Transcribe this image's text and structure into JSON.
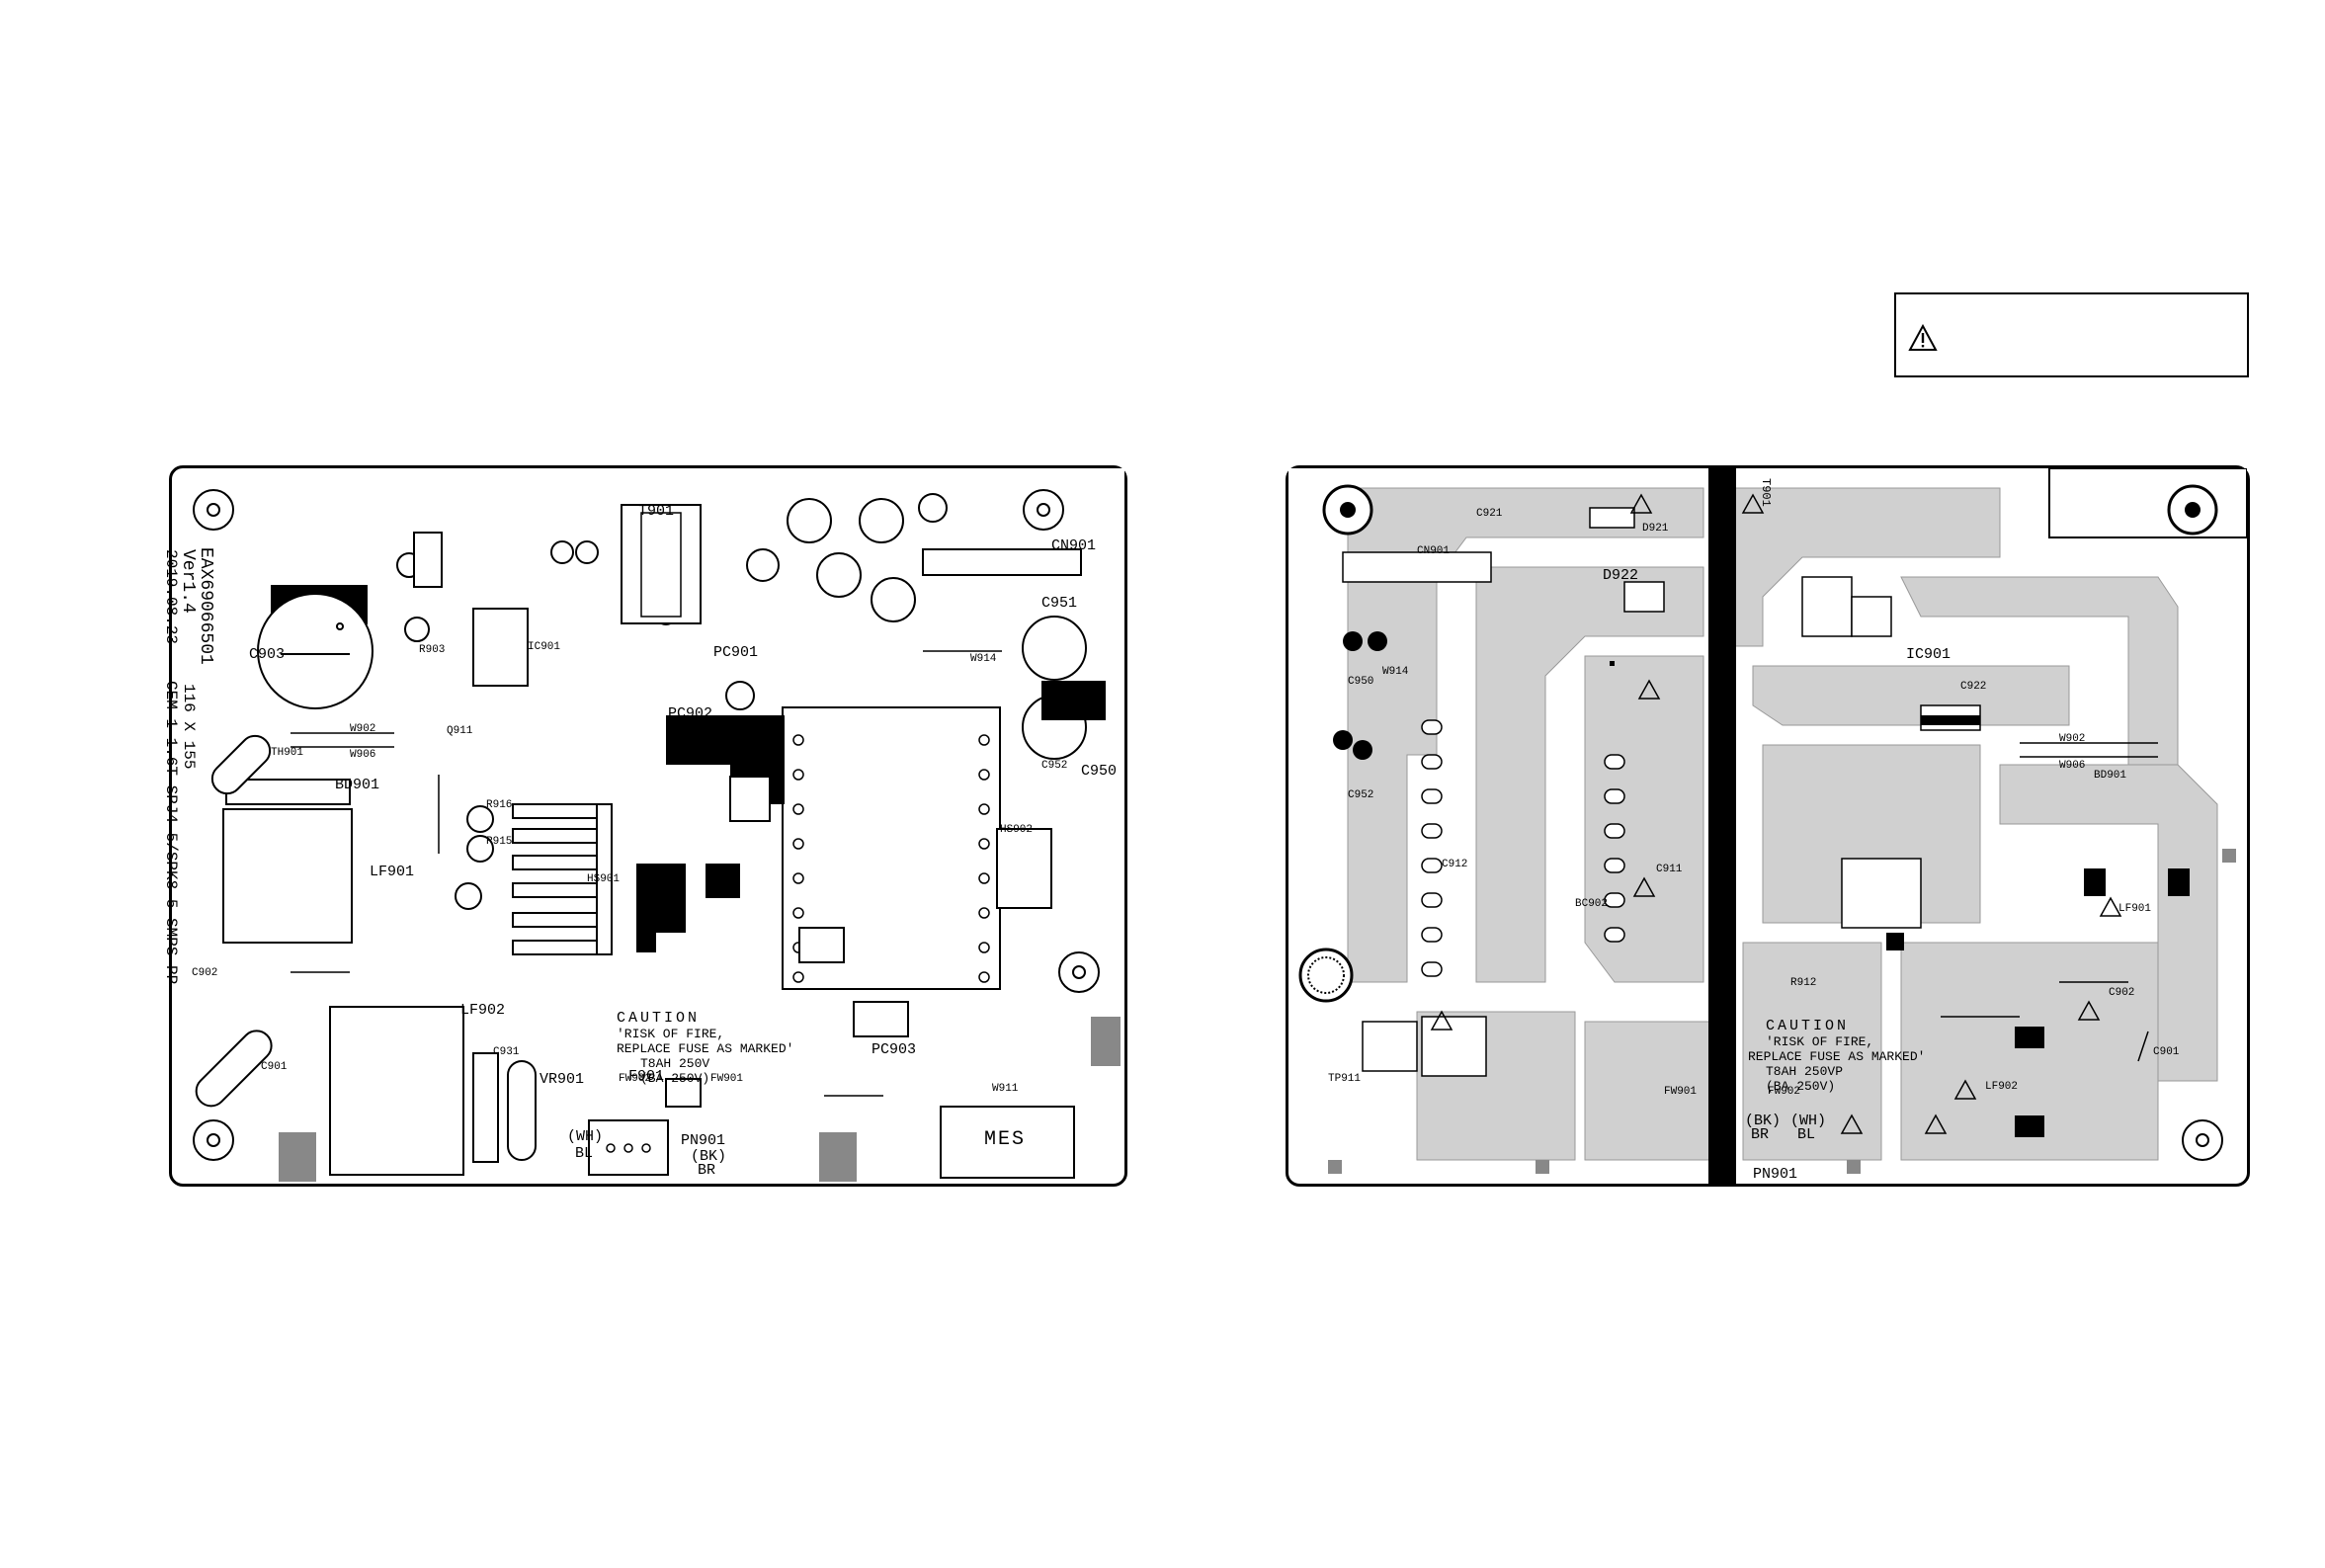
{
  "warning_box": {
    "icon": "warning-triangle-icon"
  },
  "left_board": {
    "board_id": "EAX69066501",
    "version": "Ver1.4",
    "date": "2019.08.23",
    "size": "116 X 155",
    "spec": "CEM-1 1.6T SPJ4-5/SPK8-5 SMPS PP",
    "caution": [
      "CAUTION",
      "'RISK OF FIRE,",
      "REPLACE FUSE AS MARKED'",
      "T8AH 250V",
      "(BA 250V)"
    ],
    "labels": {
      "T901": "T901",
      "CN901": "CN901",
      "C903": "C903",
      "C951": "C951",
      "C950": "C950",
      "BD901": "BD901",
      "LF901": "LF901",
      "LF902": "LF902",
      "C901": "C901",
      "C902": "C902",
      "VR901": "VR901",
      "PN901": "PN901",
      "F901": "F901",
      "PC901": "PC901",
      "PC902": "PC902",
      "PC903": "PC903",
      "IC901": "IC901",
      "Q911": "Q911",
      "TH901": "TH901",
      "HS901": "HS901",
      "HS902": "HS902",
      "MES": "MES",
      "R903": "R903",
      "R916": "R916",
      "R915": "R915",
      "W902": "W902",
      "W906": "W906",
      "W914": "W914",
      "W911": "W911",
      "FW902": "FW902",
      "FW901": "FW901",
      "C952": "C952",
      "C931": "C931"
    },
    "wire_wh_bl": [
      "(WH)",
      "BL"
    ],
    "wire_bk_br": [
      "(BK)",
      "BR"
    ]
  },
  "right_board": {
    "caution": [
      "CAUTION",
      "'RISK OF FIRE,",
      "REPLACE FUSE AS MARKED'",
      "T8AH 250VP",
      "(BA 250V)"
    ],
    "labels": {
      "T901": "T901",
      "IC901": "IC901",
      "D921": "D921",
      "D922": "D922",
      "PN901": "PN901",
      "LF901": "LF901",
      "LF902": "LF902",
      "CN901": "CN901",
      "BD901": "BD901",
      "C902": "C902",
      "C901": "C901",
      "FW901": "FW901",
      "FW902": "FW902",
      "BC902": "BC902",
      "C911": "C911",
      "C912": "C912",
      "R912": "R912",
      "W902": "W902",
      "W906": "W906",
      "W914": "W914",
      "C950": "C950",
      "C952": "C952",
      "TP911": "TP911",
      "C921": "C921",
      "C922": "C922"
    },
    "wire_bk_br": [
      "(BK)",
      "BR"
    ],
    "wire_wh_bl": [
      "(WH)",
      "BL"
    ]
  }
}
